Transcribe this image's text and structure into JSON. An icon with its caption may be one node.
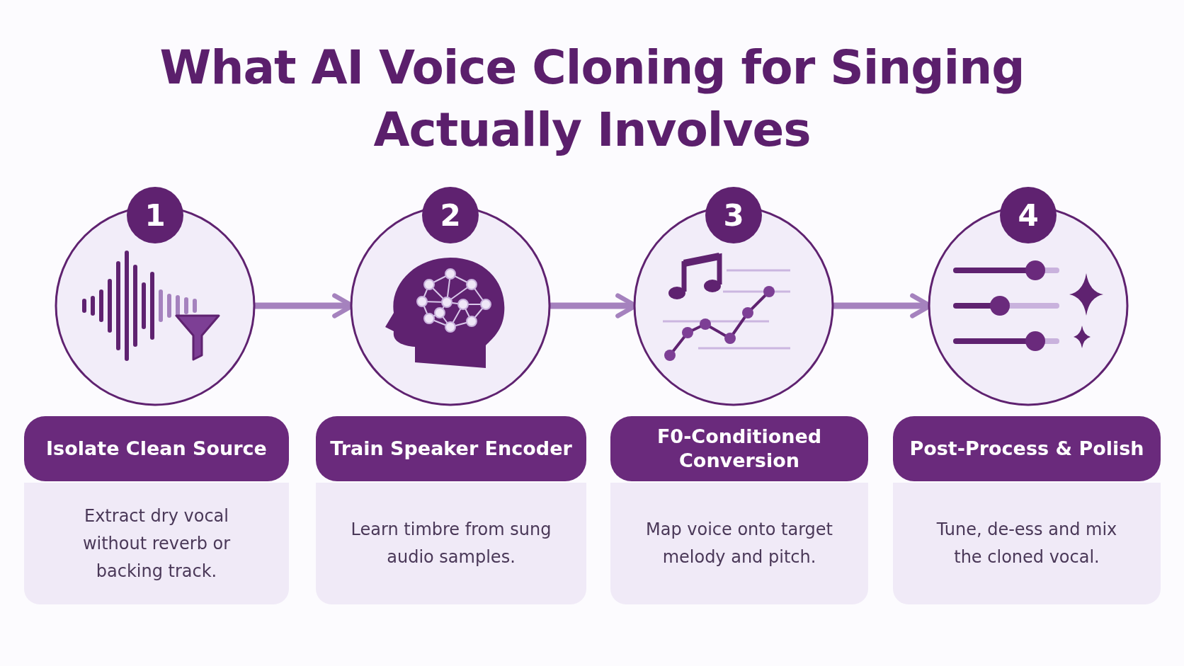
{
  "diagram": {
    "title": "What AI Voice Cloning for Singing Actually Involves",
    "nodes": [
      {
        "text": [
          "1"
        ]
      },
      {
        "text": [],
        "shape": "circle"
      },
      {
        "text": [
          "Isolate Clean Source"
        ]
      },
      {
        "text": [
          "Extract dry vocal without reverb or backing track."
        ]
      },
      {
        "text": [
          "2"
        ]
      },
      {
        "text": [],
        "shape": "circle"
      },
      {
        "text": [
          "Train Speaker Encoder"
        ]
      },
      {
        "text": [
          "Learn timbre from sung audio samples."
        ]
      },
      {
        "text": [
          "3"
        ]
      },
      {
        "text": [],
        "shape": "circle"
      },
      {
        "text": [
          "F0-Conditioned Conversion"
        ]
      },
      {
        "text": [
          "Map voice onto target melody and pitch."
        ]
      },
      {
        "text": [
          "4"
        ]
      },
      {
        "text": [],
        "shape": "circle"
      },
      {
        "text": [
          "Post-Process & Polish"
        ]
      },
      {
        "text": [
          "Tune, de-ess and mix the cloned vocal."
        ]
      }
    ],
    "edges": [
      {
        "from": 1,
        "to": 5,
        "arrow": "to"
      },
      {
        "from": 5,
        "to": 9,
        "arrow": "to"
      },
      {
        "from": 9,
        "to": 13,
        "arrow": "to"
      }
    ]
  }
}
